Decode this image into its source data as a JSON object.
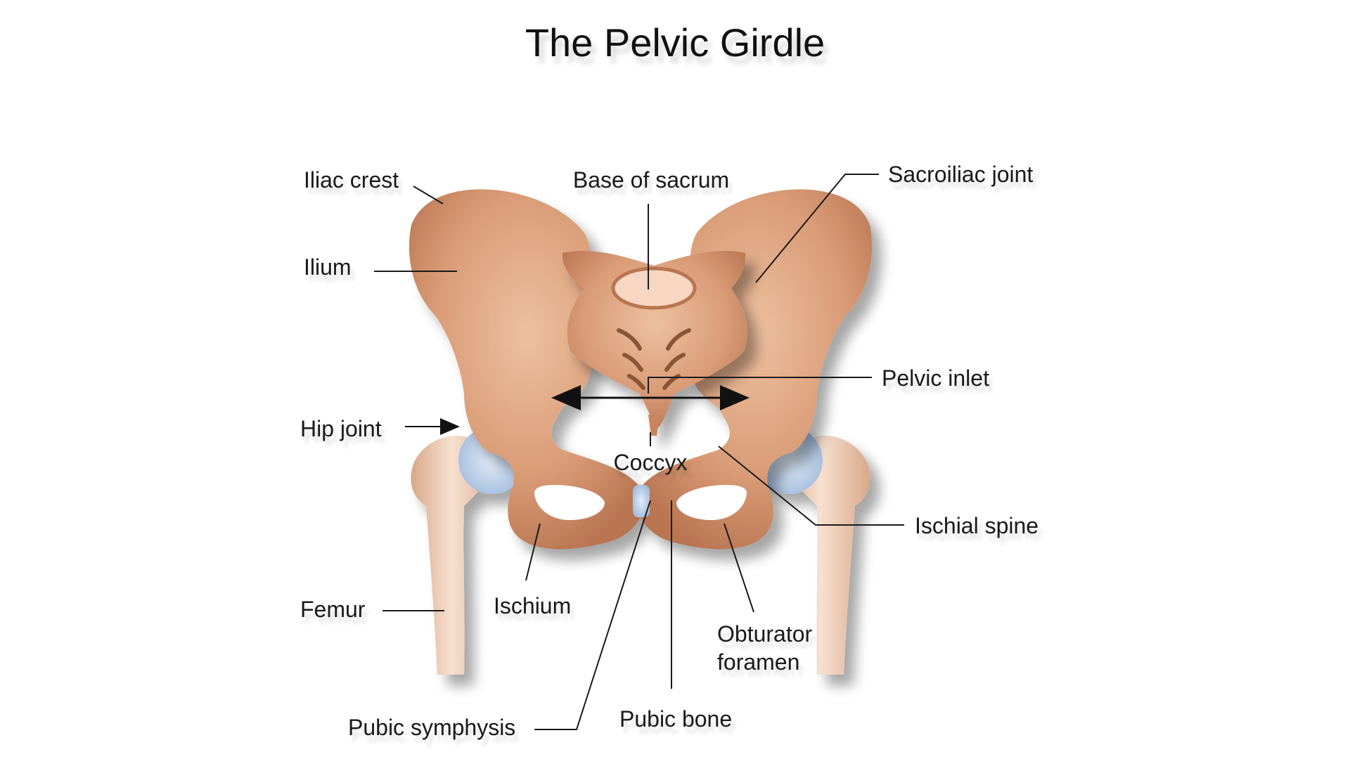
{
  "title": "The Pelvic Girdle",
  "colors": {
    "bone": "#d99c76",
    "bone_light": "#eec0a0",
    "bone_dark": "#b87450",
    "femur": "#f1d0b8",
    "femur_shade": "#d8a88a",
    "cartilage": "#b9cfe8",
    "line": "#1a1a1a"
  },
  "labels": {
    "iliac_crest": "Iliac crest",
    "base_of_sacrum": "Base of sacrum",
    "sacroiliac_joint": "Sacroiliac joint",
    "ilium": "Ilium",
    "pelvic_inlet": "Pelvic inlet",
    "hip_joint": "Hip joint",
    "coccyx": "Coccyx",
    "ischial_spine": "Ischial spine",
    "femur": "Femur",
    "ischium": "Ischium",
    "obturator_foramen_line1": "Obturator",
    "obturator_foramen_line2": "foramen",
    "pubic_symphysis": "Pubic symphysis",
    "pubic_bone": "Pubic bone"
  }
}
